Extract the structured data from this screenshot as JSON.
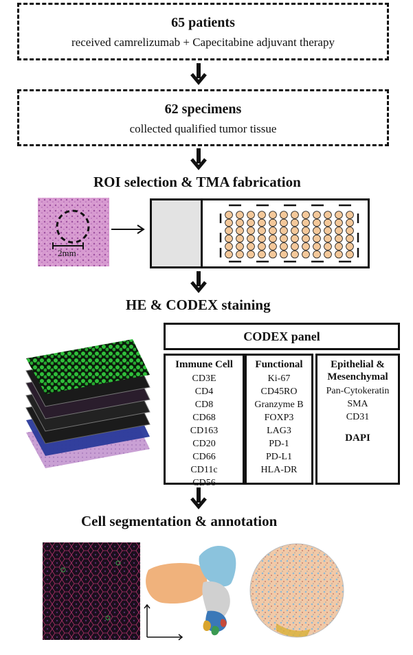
{
  "step1": {
    "title": "65 patients",
    "subtitle": "received camrelizumab + Capecitabine adjuvant therapy"
  },
  "step2": {
    "title": "62 specimens",
    "subtitle": "collected qualified tumor tissue"
  },
  "roi": {
    "title": "ROI selection & TMA fabrication",
    "scale_label": "2mm"
  },
  "staining": {
    "title": "HE & CODEX staining"
  },
  "codex_panel": {
    "title": "CODEX panel",
    "immune": {
      "header": "Immune Cell",
      "markers": [
        "CD3E",
        "CD4",
        "CD8",
        "CD68",
        "CD163",
        "CD20",
        "CD66",
        "CD11c",
        "CD56"
      ]
    },
    "functional": {
      "header": "Functional",
      "markers": [
        "Ki-67",
        "CD45RO",
        "Granzyme B",
        "FOXP3",
        "LAG3",
        "PD-1",
        "PD-L1",
        "HLA-DR"
      ]
    },
    "epithelial": {
      "header_line1": "Epithelial &",
      "header_line2": "Mesenchymal",
      "markers": [
        "Pan-Cytokeratin",
        "SMA",
        "CD31"
      ],
      "extra": "DAPI"
    }
  },
  "segmentation": {
    "title": "Cell segmentation &  annotation"
  },
  "colors": {
    "ink": "#111111",
    "tma_core": "#f4c89a",
    "he_pink": "#d79ad0",
    "codex_green": "#2fbf3a",
    "umap_orange": "#f0b27c"
  }
}
